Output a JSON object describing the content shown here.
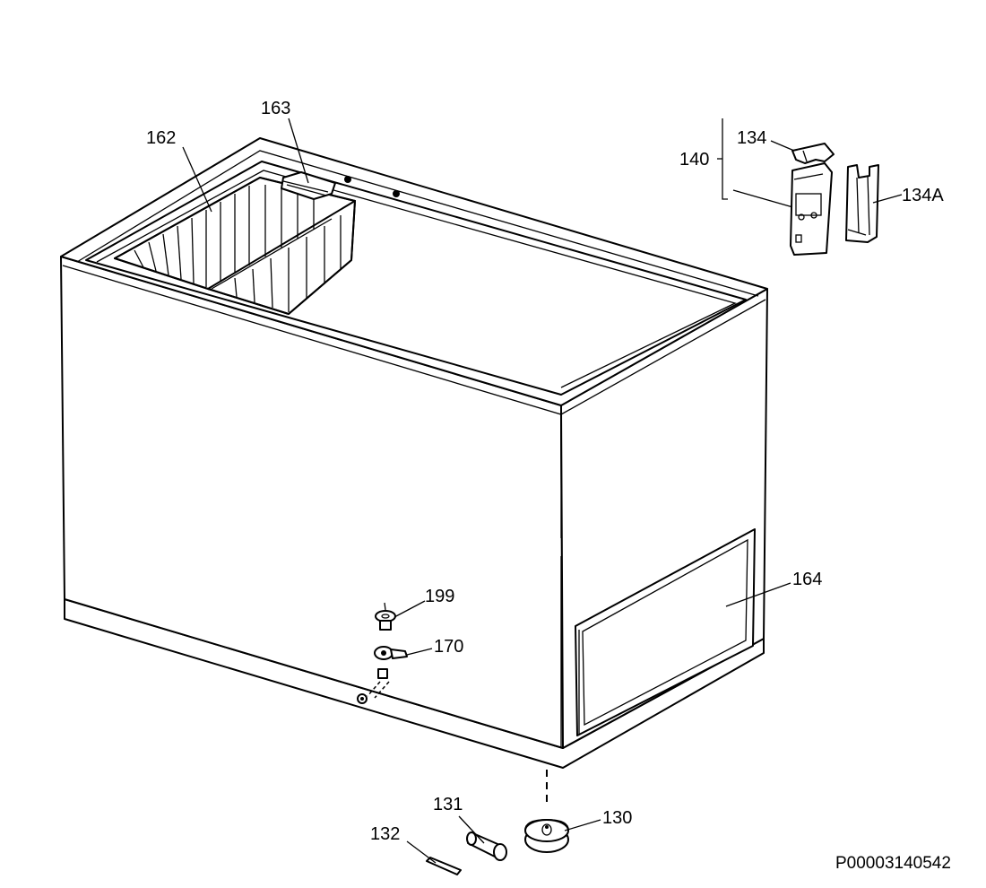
{
  "labels": {
    "p162": "162",
    "p163": "163",
    "p134": "134",
    "p140": "140",
    "p134a": "134A",
    "p164": "164",
    "p199": "199",
    "p170": "170",
    "p131": "131",
    "p130": "130",
    "p132": "132"
  },
  "document_code": "P00003140542"
}
